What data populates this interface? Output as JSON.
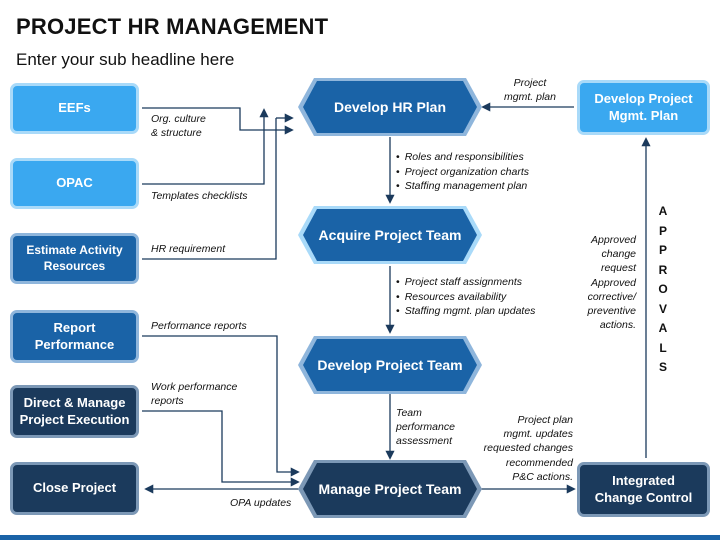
{
  "header": {
    "title": "PROJECT HR MANAGEMENT",
    "subtitle": "Enter your sub headline here"
  },
  "inputs": {
    "eefs": "EEFs",
    "opac": "OPAC",
    "estimate_line1": "Estimate Activity",
    "estimate_line2": "Resources",
    "report_line1": "Report",
    "report_line2": "Performance",
    "direct_line1": "Direct & Manage",
    "direct_line2": "Project Execution",
    "close": "Close Project"
  },
  "processes": {
    "develop_hr_plan": "Develop HR Plan",
    "acquire_team": "Acquire Project Team",
    "develop_team": "Develop Project Team",
    "manage_team": "Manage Project Team"
  },
  "right": {
    "mgmt_plan_line1": "Develop Project",
    "mgmt_plan_line2": "Mgmt. Plan",
    "change_line1": "Integrated",
    "change_line2": "Change Control"
  },
  "labels": {
    "org_culture_1": "Org. culture",
    "org_culture_2": "& structure",
    "templates": "Templates checklists",
    "hr_req": "HR requirement",
    "perf_reports": "Performance reports",
    "work_perf_1": "Work performance",
    "work_perf_2": "reports",
    "opa_updates": "OPA updates",
    "proj_mgmt_plan_1": "Project",
    "proj_mgmt_plan_2": "mgmt. plan",
    "team_perf_1": "Team",
    "team_perf_2": "performance",
    "team_perf_3": "assessment",
    "updates_1": "Project plan",
    "updates_2": "mgmt. updates",
    "updates_3": "requested changes",
    "updates_4": "recommended",
    "updates_5": "P&C actions.",
    "approved_1": "Approved",
    "approved_2": "change",
    "approved_3": "request",
    "approved_4": "Approved",
    "approved_5": "corrective/",
    "approved_6": "preventive",
    "approved_7": "actions."
  },
  "bullets_hr": [
    "Roles and responsibilities",
    "Project organization charts",
    "Staffing management plan"
  ],
  "bullets_acquire": [
    "Project staff assignments",
    "Resources availability",
    "Staffing mgmt. plan updates"
  ],
  "approvals": [
    "A",
    "P",
    "P",
    "R",
    "O",
    "V",
    "A",
    "L",
    "S"
  ],
  "colors": {
    "light_blue": "#3aa8f0",
    "mid_blue": "#1a63a7",
    "dark_navy": "#1b3a5c"
  }
}
